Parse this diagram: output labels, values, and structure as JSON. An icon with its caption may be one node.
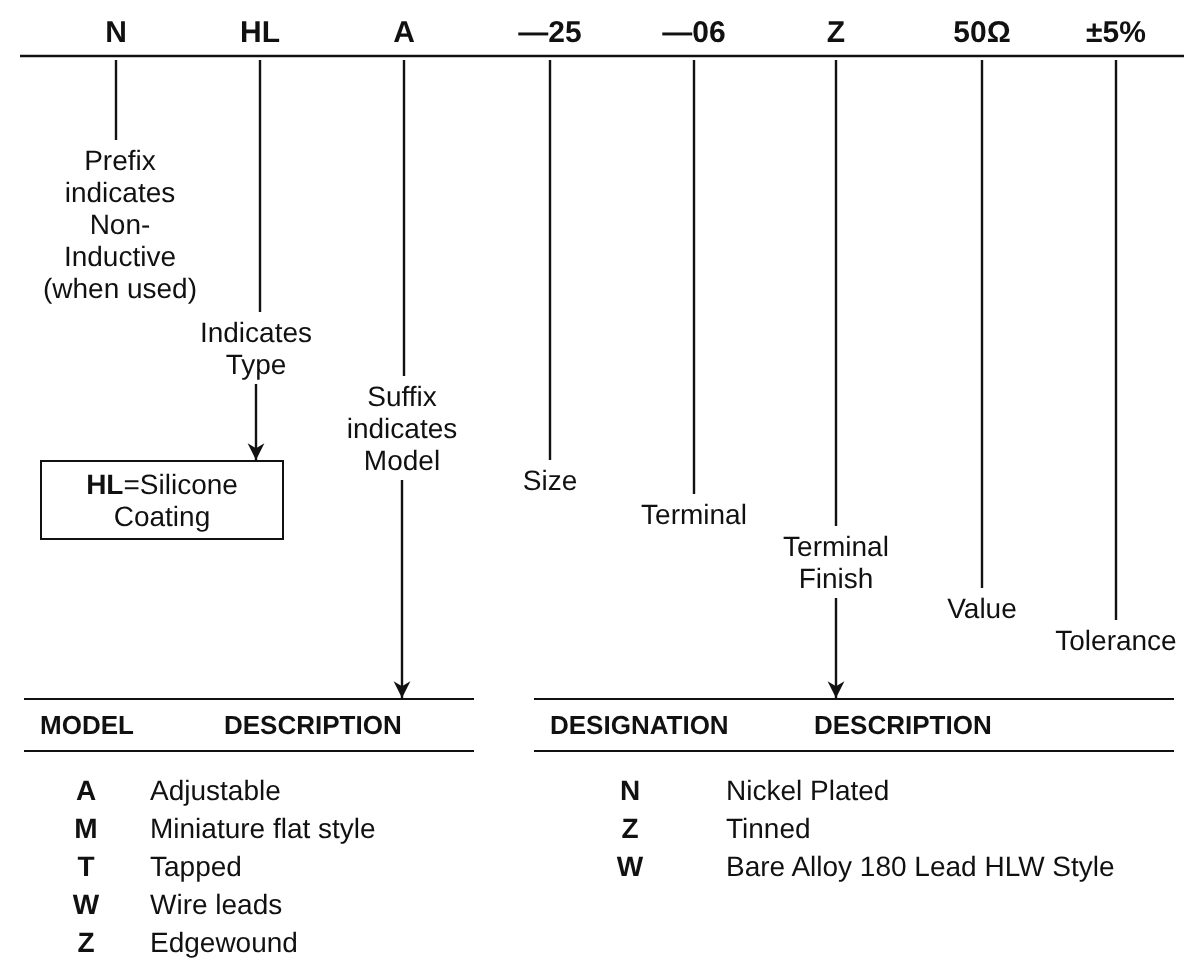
{
  "diagram": {
    "nodes": [
      {
        "text": [
          "N"
        ]
      },
      {
        "text": [
          "HL"
        ]
      },
      {
        "text": [
          "A"
        ]
      },
      {
        "text": [
          "—25"
        ]
      },
      {
        "text": [
          "—06"
        ]
      },
      {
        "text": [
          "Z"
        ]
      },
      {
        "text": [
          "50Ω"
        ]
      },
      {
        "text": [
          "±5%"
        ]
      },
      {
        "text": [
          "Prefix indicates Non-Inductive (when used)"
        ]
      },
      {
        "text": [
          "Indicates Type"
        ]
      },
      {
        "text": [
          "Suffix indicates Model"
        ]
      },
      {
        "text": [
          "Size"
        ]
      },
      {
        "text": [
          "Terminal"
        ]
      },
      {
        "text": [
          "Terminal Finish"
        ]
      },
      {
        "text": [
          "Value"
        ]
      },
      {
        "text": [
          "Tolerance"
        ]
      },
      {
        "text": [
          "**HL**=Silicone Coating"
        ]
      },
      {
        "text": [
          "MODEL",
          "DESCRIPTION"
        ]
      },
      {
        "text": [
          "DESIGNATION",
          "DESCRIPTION"
        ]
      }
    ],
    "edges": [
      {
        "from": 0,
        "to": 8,
        "arrow": "none"
      },
      {
        "from": 1,
        "to": 9,
        "arrow": "none"
      },
      {
        "from": 2,
        "to": 10,
        "arrow": "none"
      },
      {
        "from": 3,
        "to": 11,
        "arrow": "none"
      },
      {
        "from": 4,
        "to": 12,
        "arrow": "none"
      },
      {
        "from": 5,
        "to": 13,
        "arrow": "none"
      },
      {
        "from": 6,
        "to": 14,
        "arrow": "none"
      },
      {
        "from": 7,
        "to": 15,
        "arrow": "none"
      },
      {
        "from": 9,
        "to": 16,
        "arrow": "to"
      },
      {
        "from": 10,
        "to": 17,
        "arrow": "to"
      },
      {
        "from": 13,
        "to": 18,
        "arrow": "to"
      }
    ],
    "labels": [
      "A",
      "Adjustable",
      "M",
      "Miniature flat style",
      "T",
      "Tapped",
      "W",
      "Wire leads",
      "Z",
      "Edgewound",
      "N",
      "Nickel Plated",
      "Z",
      "Tinned",
      "W",
      "Bare Alloy 180 Lead HLW Style"
    ]
  }
}
